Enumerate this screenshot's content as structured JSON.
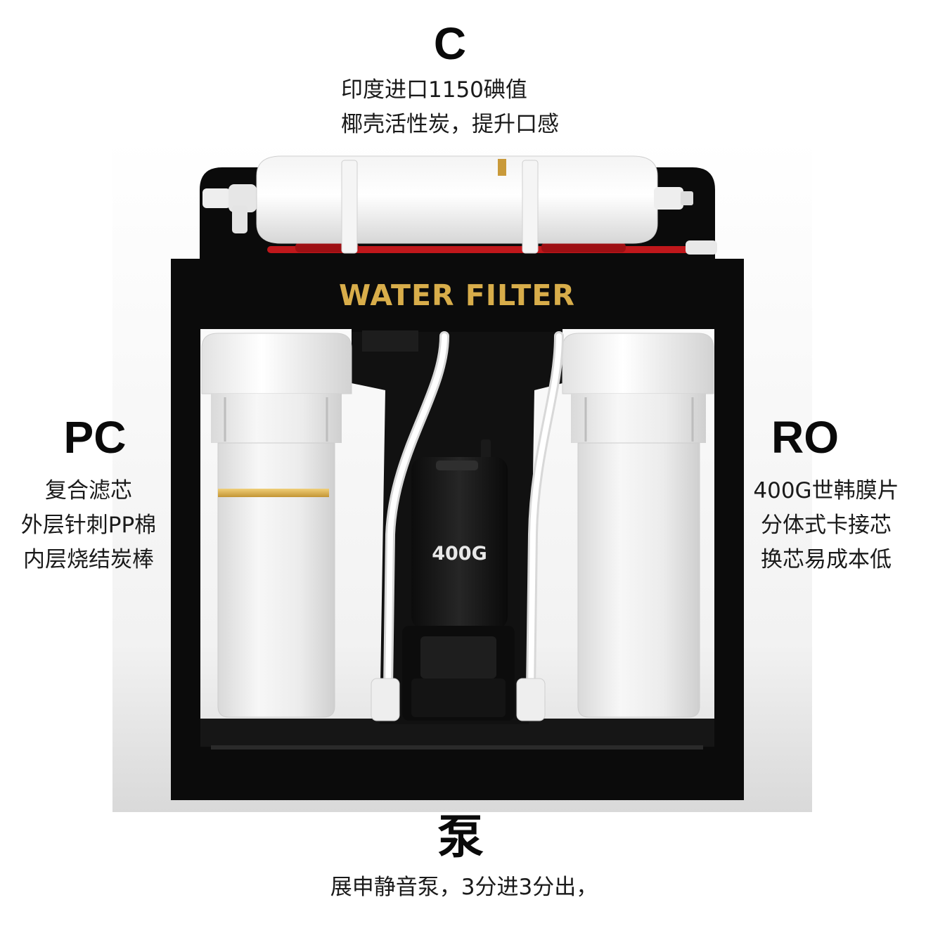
{
  "top": {
    "code": "C",
    "lines": [
      "印度进口1150碘值",
      "椰壳活性炭，提升口感"
    ]
  },
  "left": {
    "code": "PC",
    "lines": [
      "复合滤芯",
      "外层针刺PP棉",
      "内层烧结炭棒"
    ]
  },
  "right": {
    "code": "RO",
    "lines": [
      "400G世韩膜片",
      "分体式卡接芯",
      "换芯易成本低"
    ]
  },
  "bottom": {
    "code": "泵",
    "lines": [
      "展申静音泵，3分进3分出，"
    ]
  },
  "product": {
    "frame_label": "WATER FILTER",
    "pump_label": "400G"
  },
  "colors": {
    "frame": "#0b0b0b",
    "gold": "#d8ad4a",
    "filter_white": "#eeeeee",
    "tube_red": "#c0171b"
  }
}
